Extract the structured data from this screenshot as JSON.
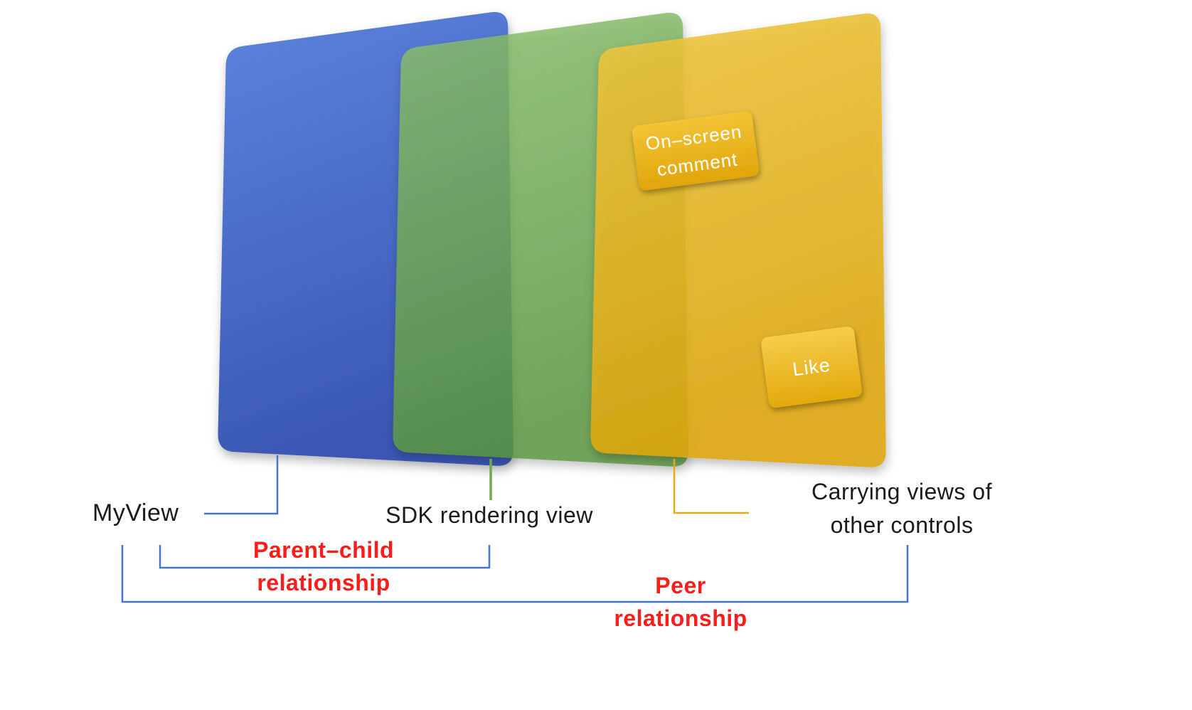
{
  "labels": {
    "my_view": "MyView",
    "sdk_rendering_view": "SDK rendering view",
    "carrying_views": [
      "Carrying views of",
      "other controls"
    ],
    "parent_child": [
      "Parent–child",
      "relationship"
    ],
    "peer": [
      "Peer",
      "relationship"
    ]
  },
  "badges": {
    "on_screen_comment": [
      "On–screen",
      "comment"
    ],
    "like": "Like"
  },
  "colors": {
    "my_view_card": "#4a6fd2",
    "sdk_rendering_card": "#6aa84f",
    "carrying_views_card": "#e8b424",
    "relationship_label": "#fb1d1a",
    "connector_blue": "#4577c9",
    "connector_green": "#6faa4e",
    "connector_yellow": "#e4ab15"
  }
}
